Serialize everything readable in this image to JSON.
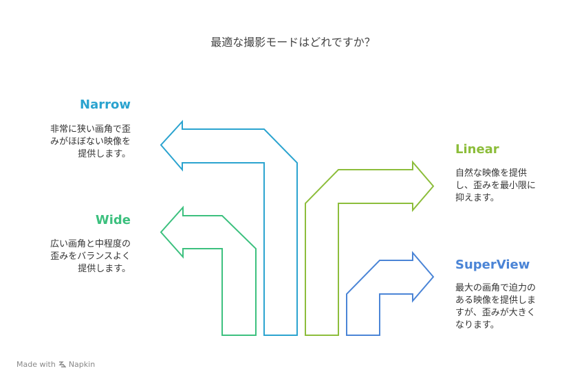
{
  "title": "最適な撮影モードはどれですか？",
  "options": {
    "narrow": {
      "label": "Narrow",
      "color": "#2aa3cf",
      "desc_lines": [
        "非常に狭い画角で歪",
        "みがほぼない映像を",
        "提供します。"
      ]
    },
    "wide": {
      "label": "Wide",
      "color": "#3cc07e",
      "desc_lines": [
        "広い画角と中程度の",
        "歪みをバランスよく",
        "提供します。"
      ]
    },
    "linear": {
      "label": "Linear",
      "color": "#8cbd3a",
      "desc_lines": [
        "自然な映像を提供",
        "し、歪みを最小限に",
        "抑えます。"
      ]
    },
    "superview": {
      "label": "SuperView",
      "color": "#4a84d6",
      "desc_lines": [
        "最大の画角で迫力の",
        "ある映像を提供しま",
        "すが、歪みが大きく",
        "なります。"
      ]
    }
  },
  "footer": {
    "made_with": "Made with",
    "brand": "Napkin",
    "icon": "napkin-logo-icon"
  }
}
